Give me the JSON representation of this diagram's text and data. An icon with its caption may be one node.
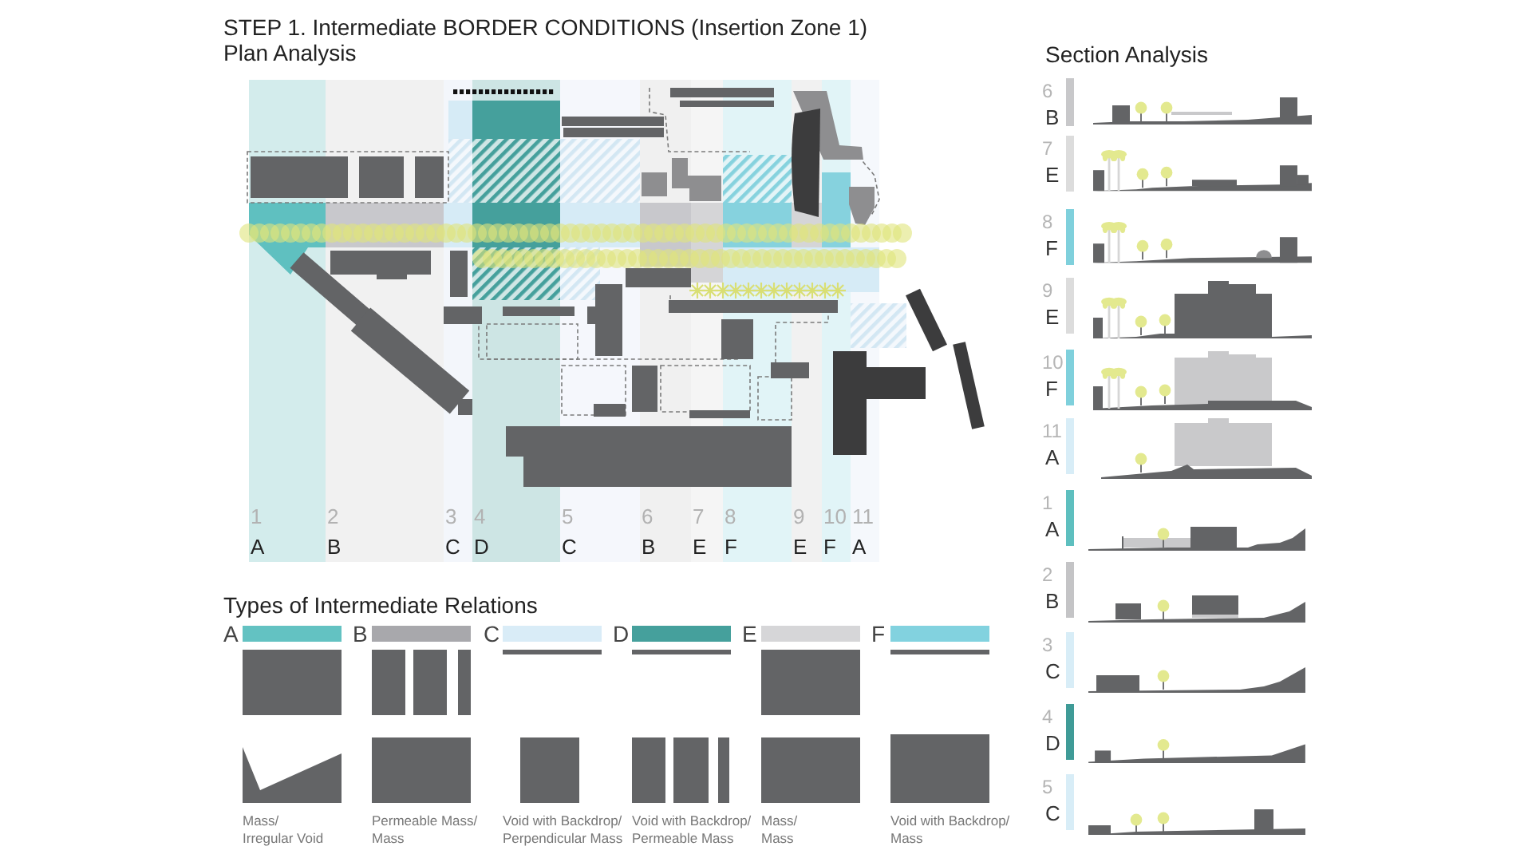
{
  "diagram": {
    "title": "STEP 1. Intermediate BORDER CONDITIONS (Insertion Zone 1)",
    "nodes": [
      {
        "text": [
          "1",
          "A"
        ]
      },
      {
        "text": [
          "2",
          "B"
        ]
      },
      {
        "text": [
          "3",
          "C"
        ]
      },
      {
        "text": [
          "4",
          "D"
        ]
      },
      {
        "text": [
          "5",
          "C"
        ]
      },
      {
        "text": [
          "6",
          "B"
        ]
      },
      {
        "text": [
          "7",
          "E"
        ]
      },
      {
        "text": [
          "8",
          "F"
        ]
      },
      {
        "text": [
          "9",
          "E"
        ]
      },
      {
        "text": [
          "10",
          "F"
        ]
      },
      {
        "text": [
          "11",
          "A"
        ]
      }
    ],
    "labels": [
      "Plan Analysis",
      "Section Analysis",
      "6",
      "B",
      "7",
      "E",
      "8",
      "F",
      "9",
      "E",
      "10",
      "F",
      "11",
      "A",
      "1",
      "A",
      "2",
      "B",
      "3",
      "C",
      "4",
      "D",
      "5",
      "C",
      "Types of Intermediate Relations",
      "A",
      "Mass/ Irregular Void",
      "B",
      "Permeable Mass/ Mass",
      "C",
      "Void with Backdrop/ Perpendicular Mass",
      "D",
      "Void with Backdrop/ Permeable Mass",
      "E",
      "Mass/ Mass",
      "F",
      "Void with Backdrop/ Mass"
    ]
  }
}
